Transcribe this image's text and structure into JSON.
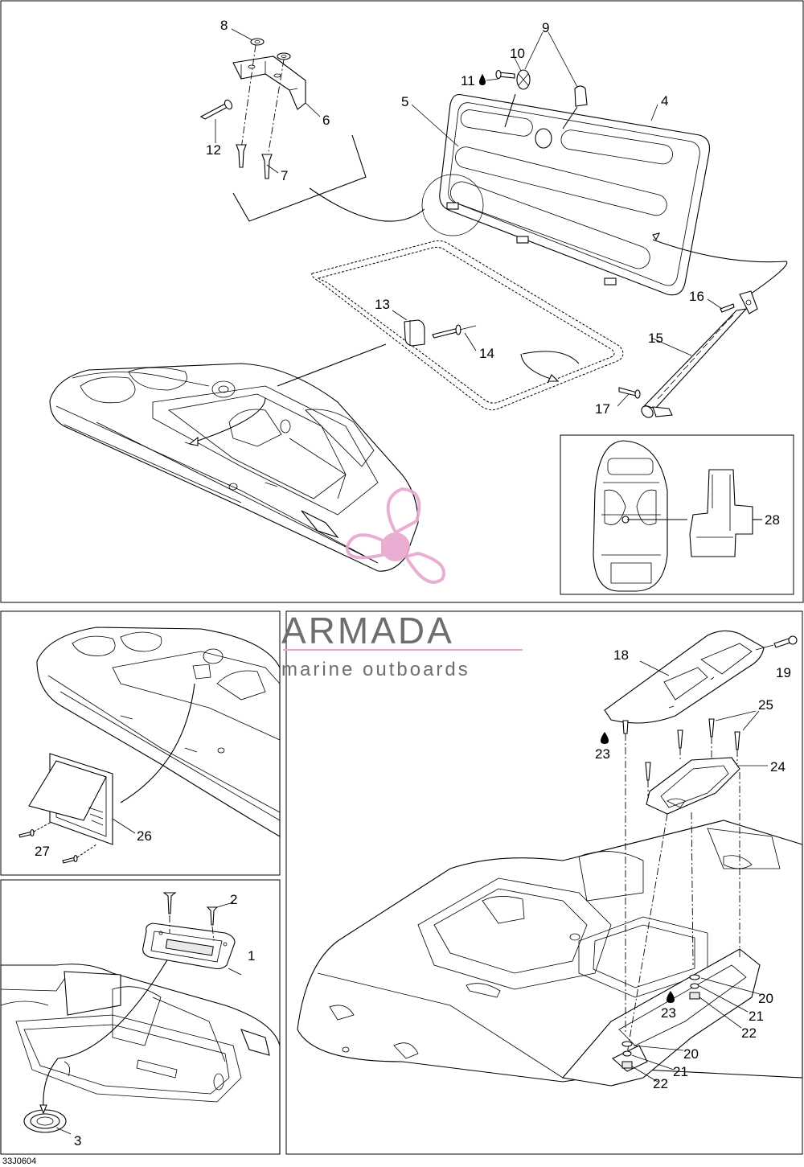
{
  "diagram": {
    "drawing_code": "33J0604",
    "watermark": {
      "title": "ARMADA",
      "subtitle": "marine outboards"
    },
    "callouts": {
      "c1": "1",
      "c2": "2",
      "c3": "3",
      "c4": "4",
      "c5": "5",
      "c6": "6",
      "c7": "7",
      "c8": "8",
      "c9": "9",
      "c10": "10",
      "c11": "11",
      "c12": "12",
      "c13": "13",
      "c14": "14",
      "c15": "15",
      "c16": "16",
      "c17": "17",
      "c18": "18",
      "c19": "19",
      "c20": "20",
      "c21": "21",
      "c22": "22",
      "c23": "23",
      "c24": "24",
      "c25": "25",
      "c26": "26",
      "c27": "27",
      "c28": "28"
    },
    "colors": {
      "watermark_logo": "#e8a6cf",
      "watermark_text": "#6e6e6e",
      "line": "#000000"
    },
    "icons": {
      "sealant": "drop-icon"
    }
  }
}
